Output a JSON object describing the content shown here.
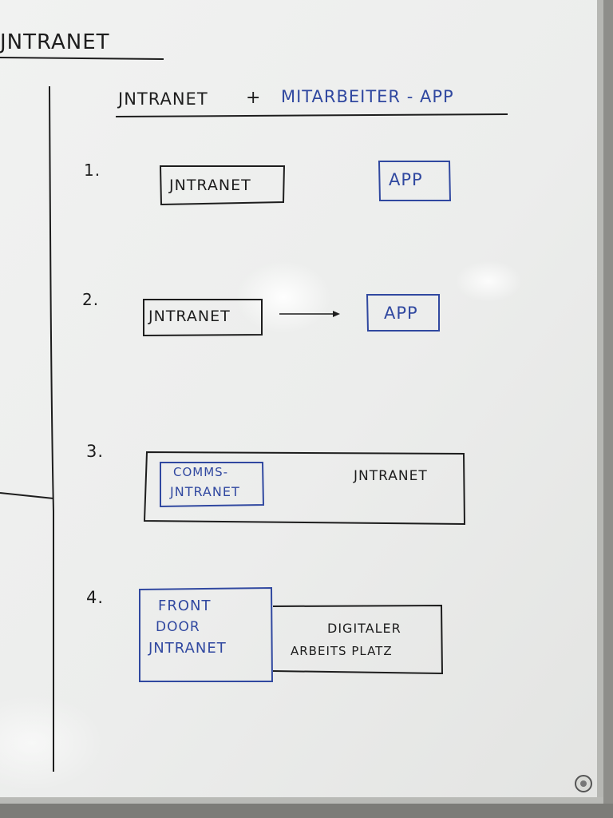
{
  "colors": {
    "board": "#eef0ef",
    "black_ink": "#1d1d1d",
    "blue_ink": "#3048a0",
    "frame": "#c7c8c4"
  },
  "left_heading": "JNTRANET",
  "title": {
    "part1": "JNTRANET",
    "plus": "+",
    "part2": "MITARBEITER - APP"
  },
  "options": [
    {
      "number": "1.",
      "boxes": [
        {
          "label": "JNTRANET",
          "ink": "black"
        },
        {
          "label": "APP",
          "ink": "blue"
        }
      ]
    },
    {
      "number": "2.",
      "boxes": [
        {
          "label": "JNTRANET",
          "ink": "black"
        },
        {
          "label": "APP",
          "ink": "blue"
        }
      ],
      "connector": "arrow"
    },
    {
      "number": "3.",
      "outer_label": "JNTRANET",
      "inner_lines": [
        "COMMS-",
        "JNTRANET"
      ]
    },
    {
      "number": "4.",
      "front_lines": [
        "FRONT",
        "DOOR",
        "JNTRANET"
      ],
      "back_lines": [
        "DIGITALER",
        "ARBEITS PLATZ"
      ]
    }
  ]
}
